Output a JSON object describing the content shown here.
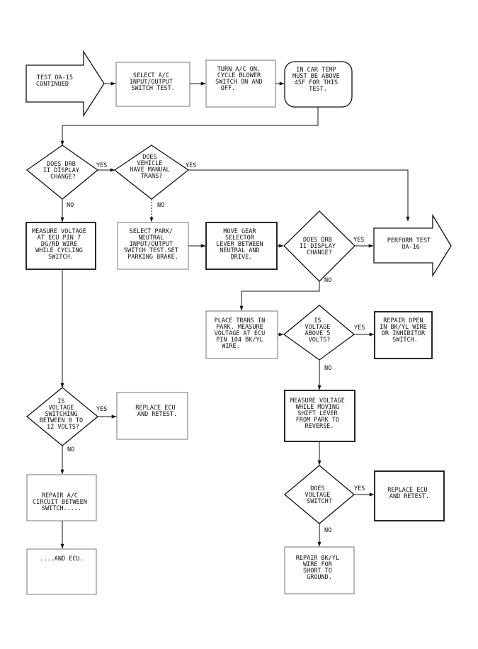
{
  "nodes": {
    "start": [
      "TEST OA-15",
      "CONTINUED"
    ],
    "select_ac_switch": [
      "SELECT A/C",
      "INPUT/OUTPUT",
      "SWITCH TEST."
    ],
    "turn_ac_on": [
      "TURN A/C ON.",
      "CYCLE BLOWER",
      "SWITCH ON AND",
      "OFF."
    ],
    "car_temp_note": [
      "IN CAR TEMP",
      "MUST BE ABOVE",
      "45F FOR THIS",
      "TEST."
    ],
    "dec_drb_1": [
      "DOES DRB",
      "II DISPLAY",
      "CHANGE?"
    ],
    "dec_manual": [
      "DOES",
      "VEHICLE",
      "HAVE MANUAL",
      "TRANS?"
    ],
    "measure_ecu_pin7": [
      "MEASURE VOLTAGE",
      "AT ECU PIN 7",
      "DG/RD WIRE",
      "WHILE CYCLING",
      "SWITCH."
    ],
    "select_park_neutral": [
      "SELECT PARK/",
      "NEUTRAL",
      "INPUT/OUTPUT",
      "SWITCH TEST.SET",
      "PARKING BRAKE."
    ],
    "move_gear_selector": [
      "MOVE GEAR",
      "SELECTOR",
      "LEVER BETWEEN",
      "NEUTRAL AND",
      "DRIVE."
    ],
    "dec_drb_2": [
      "DOES DRB",
      "II DISPLAY",
      "CHANGE?"
    ],
    "perform_oa16": [
      "PERFORM TEST",
      "OA-16"
    ],
    "place_trans_park": [
      "PLACE TRANS IN",
      "PARK. MEASURE",
      "VOLTAGE AT ECU",
      "PIN 104 BK/YL",
      "WIRE."
    ],
    "dec_above_5v": [
      "IS",
      "VOLTAGE",
      "ABOVE 5",
      "VOLTS?"
    ],
    "repair_open_bkyl": [
      "REPAIR OPEN",
      "IN BK/YL WIRE",
      "OR INHIBITOR",
      "SWITCH."
    ],
    "dec_switching_0_12": [
      "IS",
      "VOLTAGE",
      "SWITCHING",
      "BETWEEN 0 TO",
      "12 VOLTS?"
    ],
    "replace_ecu_1": [
      "REPLACE ECU",
      "AND RETEST."
    ],
    "measure_shift_lever": [
      "MEASURE VOLTAGE",
      "WHILE MOVING",
      "SHIFT LEVER",
      "FROM PARK TO",
      "REVERSE."
    ],
    "repair_ac_circuit": [
      "REPAIR A/C",
      "CIRCUIT BETWEEN",
      "SWITCH....."
    ],
    "dec_voltage_switch": [
      "DOES",
      "VOLTAGE",
      "SWITCH?"
    ],
    "replace_ecu_2": [
      "REPLACE ECU",
      "AND RETEST."
    ],
    "and_ecu": [
      "....AND ECU."
    ],
    "repair_bkyl_short": [
      "REPAIR BK/YL",
      "WIRE FOR",
      "SHORT TO",
      "GROUND."
    ]
  },
  "edge_labels": {
    "yes": "YES",
    "no": "NO"
  }
}
